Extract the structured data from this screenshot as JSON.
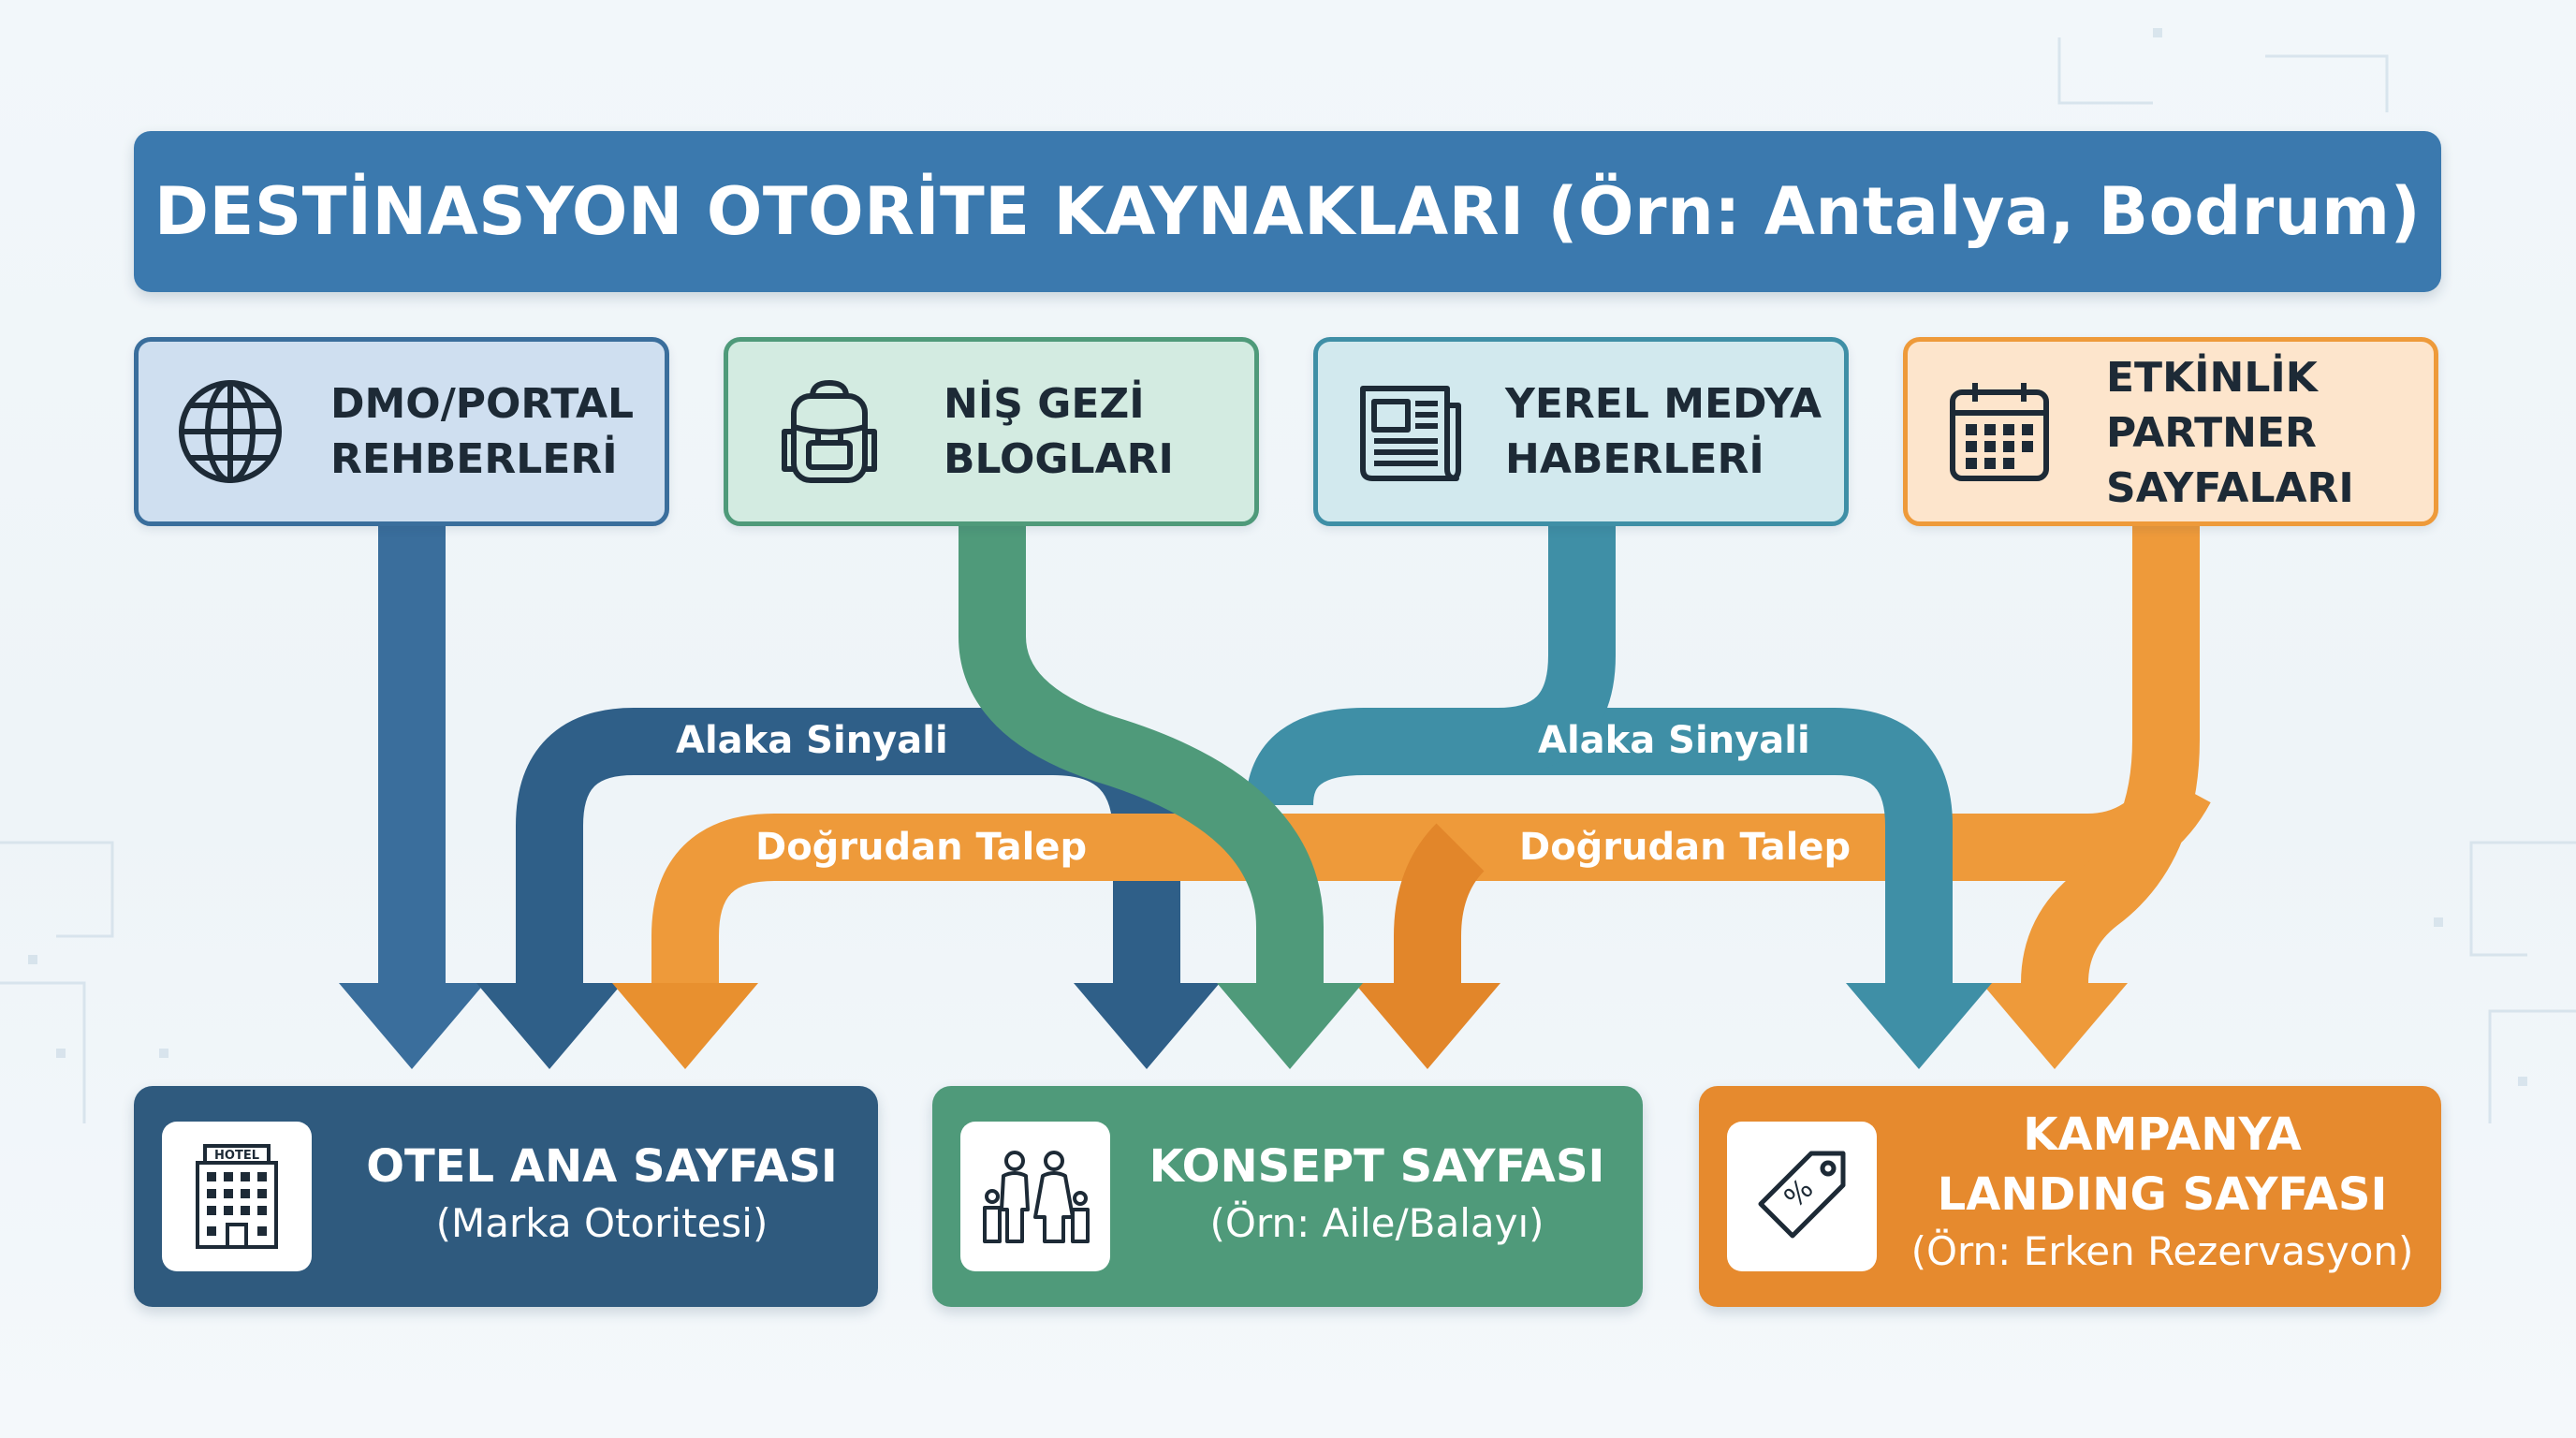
{
  "title": "DESTİNASYON OTORİTE KAYNAKLARI (Örn: Antalya, Bodrum)",
  "sources": [
    {
      "line1": "DMO/PORTAL",
      "line2": "REHBERLERİ",
      "icon": "globe-icon",
      "color": "#3a6e9c"
    },
    {
      "line1": "NİŞ GEZİ",
      "line2": "BLOGLARI",
      "icon": "backpack-icon",
      "color": "#4f9a7a"
    },
    {
      "line1": "YEREL MEDYA",
      "line2": "HABERLERİ",
      "icon": "newspaper-icon",
      "color": "#3f8fa6"
    },
    {
      "line1": "ETKİNLİK",
      "line2": "PARTNER",
      "line3": "SAYFALARI",
      "icon": "calendar-icon",
      "color": "#ee9a3a"
    }
  ],
  "flow_labels": {
    "alaka_left": "Alaka Sinyali",
    "alaka_right": "Alaka Sinyali",
    "talep_left": "Doğrudan Talep",
    "talep_right": "Doğrudan Talep"
  },
  "targets": [
    {
      "title": "OTEL ANA SAYFASI",
      "subtitle": "(Marka Otoritesi)",
      "icon": "hotel-icon",
      "icon_text": "HOTEL",
      "color": "#2f5a7e"
    },
    {
      "title": "KONSEPT SAYFASI",
      "subtitle": "(Örn: Aile/Balayı)",
      "icon": "family-icon",
      "color": "#4f9a7a"
    },
    {
      "title_line1": "KAMPANYA",
      "title_line2": "LANDING SAYFASI",
      "subtitle": "(Örn: Erken Rezervasyon)",
      "icon": "price-tag-icon",
      "icon_text": "%",
      "color": "#e68a2e"
    }
  ]
}
